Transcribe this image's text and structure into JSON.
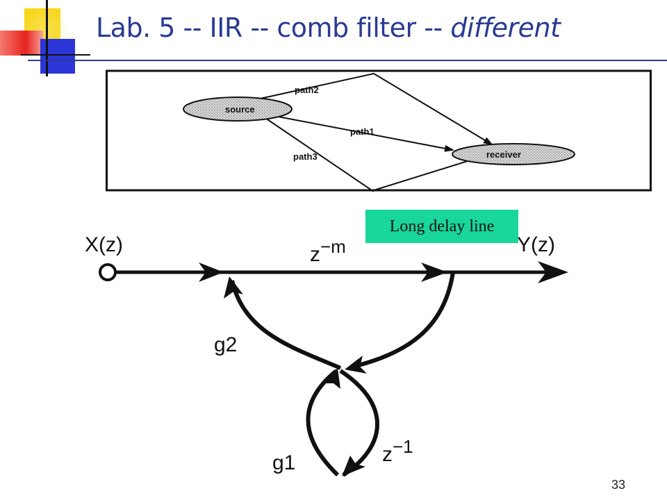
{
  "slide": {
    "title_main": "Lab. 5 -- IIR -- comb filter -- ",
    "title_italic": "different",
    "page_number": "33"
  },
  "top_diagram": {
    "nodes": {
      "source": "source",
      "receiver": "receiver"
    },
    "paths": {
      "path1": "path1",
      "path2": "path2",
      "path3": "path3"
    }
  },
  "callout": {
    "text": "Long delay line"
  },
  "bottom_diagram": {
    "input": "X(z)",
    "output": "Y(z)",
    "delay_main": "z",
    "delay_main_exp": "−m",
    "gain_g2": "g2",
    "gain_g1": "g1",
    "delay_unit": "z",
    "delay_unit_exp": "−1"
  },
  "colors": {
    "title": "#2a3a93",
    "callout_bg": "#19d69a",
    "deco_yellow": "#f5d21e",
    "deco_red": "#e8221e",
    "deco_blue": "#2b35d8"
  }
}
